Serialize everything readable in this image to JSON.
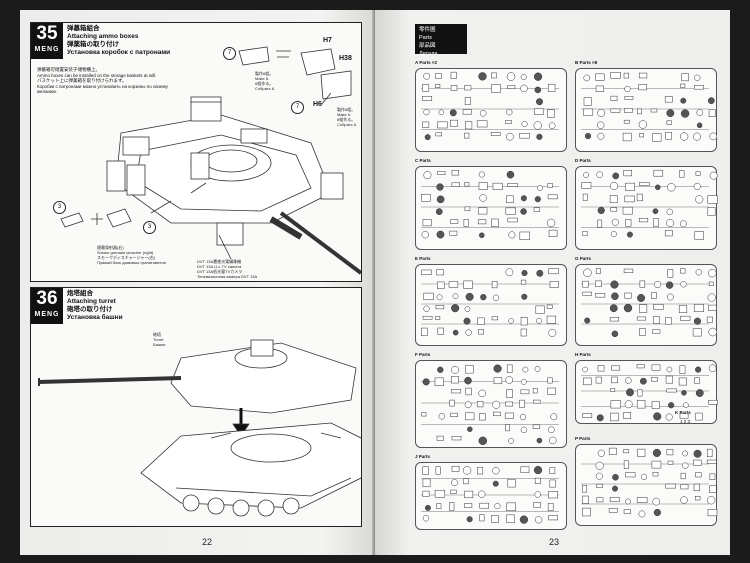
{
  "left_page": {
    "page_number": "22",
    "step35": {
      "number": "35",
      "brand": "MENG",
      "title_cn": "弹墓箱組合",
      "title_en": "Attaching ammo boxes",
      "title_jp": "弾薬箱の取り付け",
      "title_ru": "Установка коробок с патронами",
      "note_cn": "弹墓箱可储置安装于储物櫃上。",
      "note_en": "Ammo boxes can be installed on the storage baskets at will.",
      "note_jp": "バスケット上に弾薬箱を取り付けられます。",
      "note_ru": "Коробки с патронами можно установить на корзины по своему желанию.",
      "callout_make6_cn": "製作6組。",
      "callout_make6_en": "Make 6.",
      "callout_make6_jp": "6組作る。",
      "callout_make6_ru": "Собрать 6.",
      "callout_make6b_cn": "製作6組。",
      "callout_make6b_en": "Make 6.",
      "callout_make6b_jp": "6組作る。",
      "callout_make6b_ru": "Собрать 6.",
      "qty_x7_a": "7",
      "qty_x7_b": "7",
      "qty_x3_a": "3",
      "qty_x3_b": "3",
      "part_h7": "H7",
      "part_h38": "H38",
      "part_h6": "H6",
      "smoke_cn": "煙幕發射器(右)",
      "smoke_en": "Smoke grenade launcher (right)",
      "smoke_jp": "スモークディスチャージャー(右)",
      "smoke_ru": "Правый блок дымовых гранатометов",
      "camera_cn": "DVT 13A晝夜光電攝像機",
      "camera_en": "DVT 13A LLL TV camera",
      "camera_jp": "DVT 13A低光量TVカメラ",
      "camera_ru": "Телевизионная камера DVT 13A"
    },
    "step36": {
      "number": "36",
      "brand": "MENG",
      "title_cn": "炮塔組合",
      "title_en": "Attaching turret",
      "title_jp": "砲塔の取り付け",
      "title_ru": "Установка башни",
      "turret_cn": "砲塔",
      "turret_en": "Turret",
      "turret_ru": "Башня"
    }
  },
  "right_page": {
    "page_number": "23",
    "header_cn": "零件圖",
    "header_en": "Parts",
    "header_jp": "部品図",
    "header_ru": "Детали",
    "sprues": [
      {
        "label": "A Parts ×2"
      },
      {
        "label": "B Parts ×8"
      },
      {
        "label": "C Parts"
      },
      {
        "label": "D Parts"
      },
      {
        "label": "E Parts"
      },
      {
        "label": "G Parts"
      },
      {
        "label": "F Parts"
      },
      {
        "label": "H Parts"
      },
      {
        "label": "J Parts"
      },
      {
        "label": "P Parts"
      },
      {
        "label": "K Parts"
      }
    ],
    "k_part_number": "1 2 3"
  }
}
